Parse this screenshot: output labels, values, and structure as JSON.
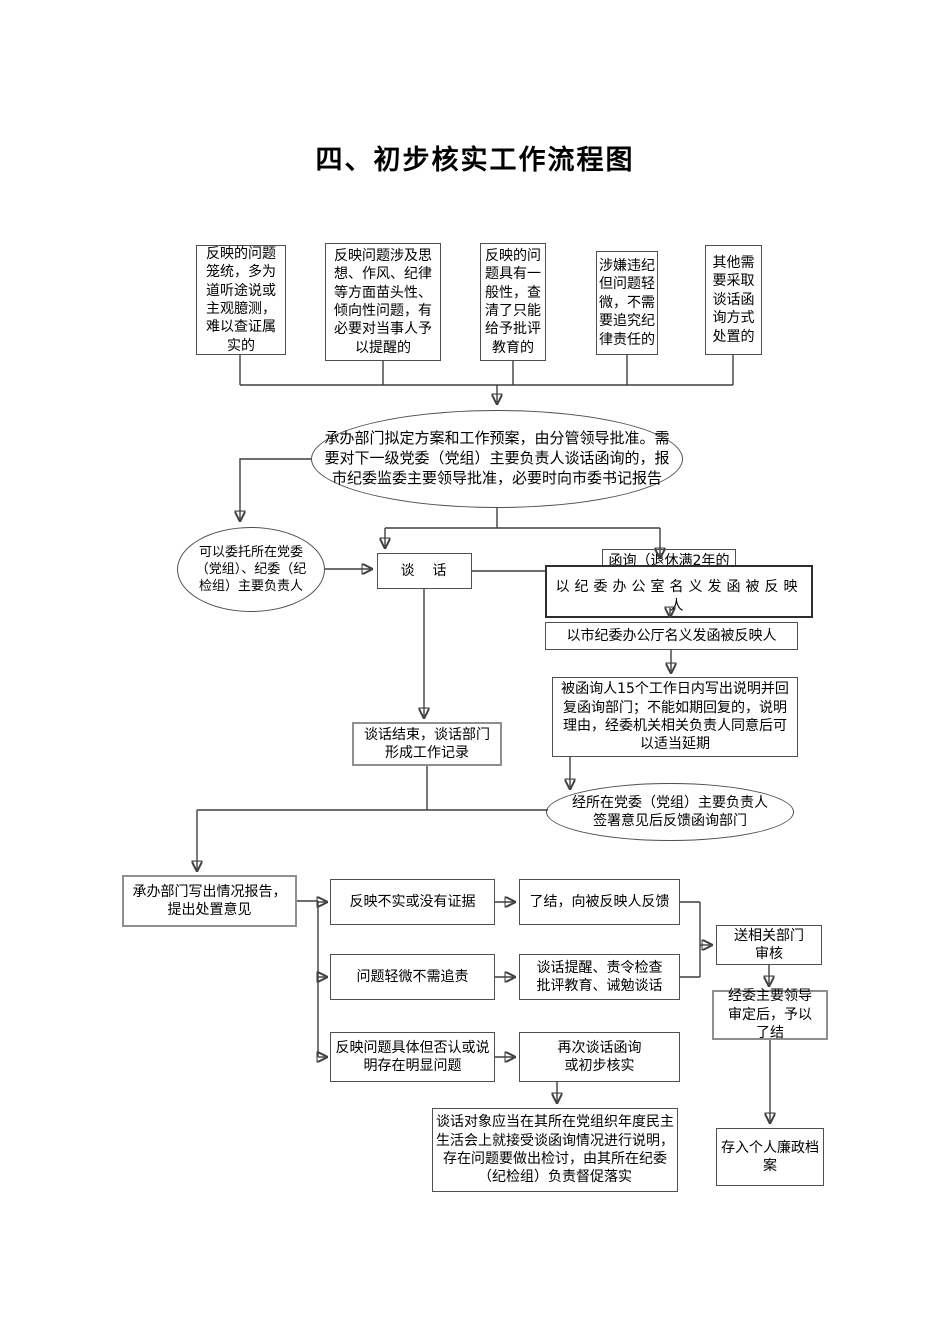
{
  "page": {
    "title": "四、初步核实工作流程图"
  },
  "colors": {
    "background": "#ffffff",
    "text": "#000000",
    "box_border": "#4f4f4f",
    "box_border_light": "#8f8f8f",
    "connector": "#3f3f3f"
  },
  "nodes": {
    "top1": "反映的问题笼统，多为道听途说或主观臆测，难以查证属实的",
    "top2": "反映问题涉及思想、作风、纪律等方面苗头性、倾向性问题，有必要对当事人予以提醒的",
    "top3": "反映的问题具有一般性，查清了只能给予批评教育的",
    "top4": "涉嫌违纪但问题轻微，不需要追究纪律责任的",
    "top5": "其他需要采取谈话函询方式处置的",
    "plan": "承办部门拟定方案和工作预案，由分管领导批准。需要对下一级党委（党组）主要负责人谈话函询的，报市纪委监委主要领导批准，必要时向市委书记报告",
    "delegate": "可以委托所在党委（党组）、纪委（纪检组）主要负责人",
    "talk": "谈　话",
    "inquiry": "函询（退休满2年的",
    "letter_office": "以纪委办公室名义发函被反映人",
    "letter_city": "以市纪委办公厅名义发函被反映人",
    "reply": "被函询人15个工作日内写出说明并回复函询部门；不能如期回复的，说明理由，经委机关相关负责人同意后可以适当延期",
    "sign": "经所在党委（党组）主要负责人签署意见后反馈函询部门",
    "record": "谈话结束，谈话部门形成工作记录",
    "report": "承办部门写出情况报告，提出处置意见",
    "cond1": "反映不实或没有证据",
    "cond2": "问题轻微不需追责",
    "cond3": "反映问题具体但否认或说明存在明显问题",
    "res1": "了结，向被反映人反馈",
    "res2": "谈话提醒、责令检查批评教育、诫勉谈话",
    "res3": "再次谈话函询或初步核实",
    "review": "送相关部门审核",
    "approve": "经委主要领导审定后，予以了结",
    "archive": "存入个人廉政档案",
    "meeting": "谈话对象应当在其所在党组织年度民主生活会上就接受谈函询情况进行说明，存在问题要做出检讨，由其所在纪委（纪检组）负责督促落实"
  }
}
